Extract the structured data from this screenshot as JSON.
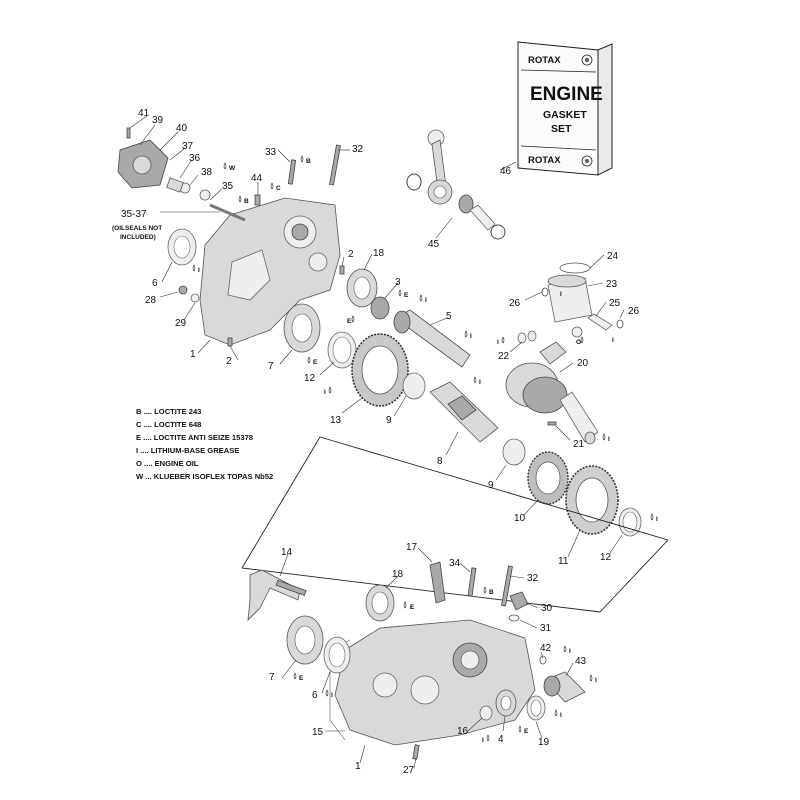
{
  "brand": {
    "name": "ROTAX",
    "card_title": "ENGINE",
    "card_subtitle_1": "GASKET",
    "card_subtitle_2": "SET"
  },
  "legend": [
    {
      "code": "B",
      "text": "B .... LOCTITE 243"
    },
    {
      "code": "C",
      "text": "C .... LOCTITE 648"
    },
    {
      "code": "E",
      "text": "E .... LOCTITE ANTI SEIZE 15378"
    },
    {
      "code": "I",
      "text": "I .... LITHIUM-BASE GREASE"
    },
    {
      "code": "O",
      "text": "O .... ENGINE OIL"
    },
    {
      "code": "W",
      "text": "W ... KLUEBER ISOFLEX TOPAS Nb52"
    }
  ],
  "note": {
    "ref": "35-37",
    "line1": "(OILSEALS NOT",
    "line2": "INCLUDED)"
  },
  "callouts": [
    {
      "id": "c41",
      "label": "41"
    },
    {
      "id": "c39",
      "label": "39"
    },
    {
      "id": "c40",
      "label": "40"
    },
    {
      "id": "c37",
      "label": "37"
    },
    {
      "id": "c36",
      "label": "36"
    },
    {
      "id": "c38",
      "label": "38"
    },
    {
      "id": "c35",
      "label": "35"
    },
    {
      "id": "c33",
      "label": "33"
    },
    {
      "id": "c32a",
      "label": "32"
    },
    {
      "id": "c44",
      "label": "44"
    },
    {
      "id": "c6a",
      "label": "6"
    },
    {
      "id": "c28",
      "label": "28"
    },
    {
      "id": "c29",
      "label": "29"
    },
    {
      "id": "c1a",
      "label": "1"
    },
    {
      "id": "c2a",
      "label": "2"
    },
    {
      "id": "c2b",
      "label": "2"
    },
    {
      "id": "c18a",
      "label": "18"
    },
    {
      "id": "c3",
      "label": "3"
    },
    {
      "id": "c5",
      "label": "5"
    },
    {
      "id": "c7a",
      "label": "7"
    },
    {
      "id": "c12a",
      "label": "12"
    },
    {
      "id": "c13",
      "label": "13"
    },
    {
      "id": "c9a",
      "label": "9"
    },
    {
      "id": "c8",
      "label": "8"
    },
    {
      "id": "c9b",
      "label": "9"
    },
    {
      "id": "c45",
      "label": "45"
    },
    {
      "id": "c46",
      "label": "46"
    },
    {
      "id": "c24",
      "label": "24"
    },
    {
      "id": "c23",
      "label": "23"
    },
    {
      "id": "c26a",
      "label": "26"
    },
    {
      "id": "c25",
      "label": "25"
    },
    {
      "id": "c26b",
      "label": "26"
    },
    {
      "id": "c22",
      "label": "22"
    },
    {
      "id": "c20",
      "label": "20"
    },
    {
      "id": "c21",
      "label": "21"
    },
    {
      "id": "c10",
      "label": "10"
    },
    {
      "id": "c11",
      "label": "11"
    },
    {
      "id": "c12b",
      "label": "12"
    },
    {
      "id": "c14",
      "label": "14"
    },
    {
      "id": "c17",
      "label": "17"
    },
    {
      "id": "c34",
      "label": "34"
    },
    {
      "id": "c32b",
      "label": "32"
    },
    {
      "id": "c18b",
      "label": "18"
    },
    {
      "id": "c30",
      "label": "30"
    },
    {
      "id": "c31",
      "label": "31"
    },
    {
      "id": "c42",
      "label": "42"
    },
    {
      "id": "c43",
      "label": "43"
    },
    {
      "id": "c7b",
      "label": "7"
    },
    {
      "id": "c6b",
      "label": "6"
    },
    {
      "id": "c15",
      "label": "15"
    },
    {
      "id": "c16",
      "label": "16"
    },
    {
      "id": "c4",
      "label": "4"
    },
    {
      "id": "c19",
      "label": "19"
    },
    {
      "id": "c1b",
      "label": "1"
    },
    {
      "id": "c27",
      "label": "27"
    }
  ],
  "tags": [
    {
      "id": "t1",
      "label": "W"
    },
    {
      "id": "t2",
      "label": "B"
    },
    {
      "id": "t3",
      "label": "C"
    },
    {
      "id": "t4",
      "label": "B"
    },
    {
      "id": "t5",
      "label": "I"
    },
    {
      "id": "t6",
      "label": "E"
    },
    {
      "id": "t7",
      "label": "I"
    },
    {
      "id": "t8",
      "label": "E"
    },
    {
      "id": "t9",
      "label": "E"
    },
    {
      "id": "t10",
      "label": "I"
    },
    {
      "id": "t11",
      "label": "I"
    },
    {
      "id": "t12",
      "label": "I"
    },
    {
      "id": "t13",
      "label": "I"
    },
    {
      "id": "t14",
      "label": "O"
    },
    {
      "id": "t15",
      "label": "I"
    },
    {
      "id": "t16",
      "label": "I"
    },
    {
      "id": "t17",
      "label": "I"
    },
    {
      "id": "t18",
      "label": "B"
    },
    {
      "id": "t19",
      "label": "E"
    },
    {
      "id": "t20",
      "label": "I"
    },
    {
      "id": "t21",
      "label": "I"
    },
    {
      "id": "t22",
      "label": "E"
    },
    {
      "id": "t23",
      "label": "I"
    },
    {
      "id": "t24",
      "label": "E"
    },
    {
      "id": "t25",
      "label": "I"
    },
    {
      "id": "t26",
      "label": "I"
    },
    {
      "id": "t27",
      "label": "I"
    },
    {
      "id": "t28",
      "label": "I"
    }
  ]
}
